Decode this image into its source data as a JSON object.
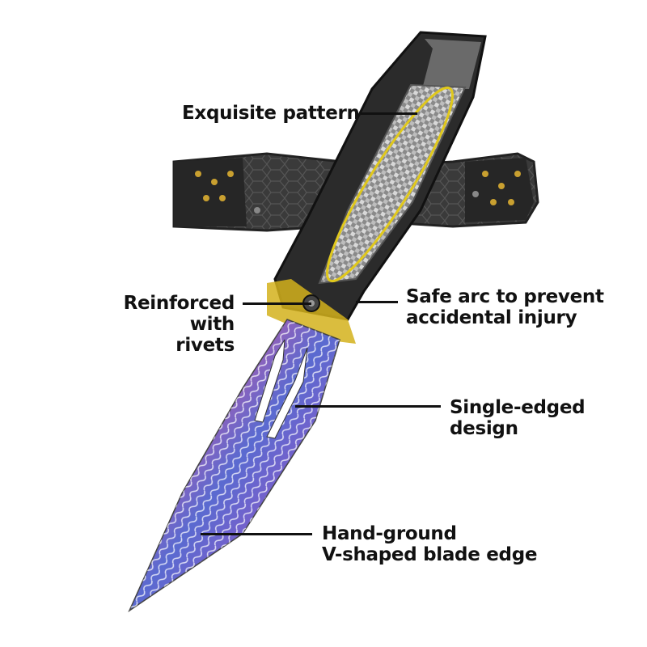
{
  "callouts": {
    "pattern": "Exquisite pattern",
    "rivets_line1": "Reinforced with",
    "rivets_line2": "rivets",
    "arc_line1": "Safe arc to prevent",
    "arc_line2": "accidental injury",
    "edge_line1": "Single-edged",
    "edge_line2": "design",
    "ground_line1": "Hand-ground",
    "ground_line2": "V-shaped blade edge"
  },
  "colors": {
    "background": "#ffffff",
    "text": "#111111",
    "handle_dark": "#2a2a2a",
    "handle_silver": "#9a9a9a",
    "gold_accent": "#d4b21c",
    "blade_purple": "#7a4ab8",
    "blade_blue": "#3a5ac8",
    "blade_pink": "#d05aa0"
  }
}
